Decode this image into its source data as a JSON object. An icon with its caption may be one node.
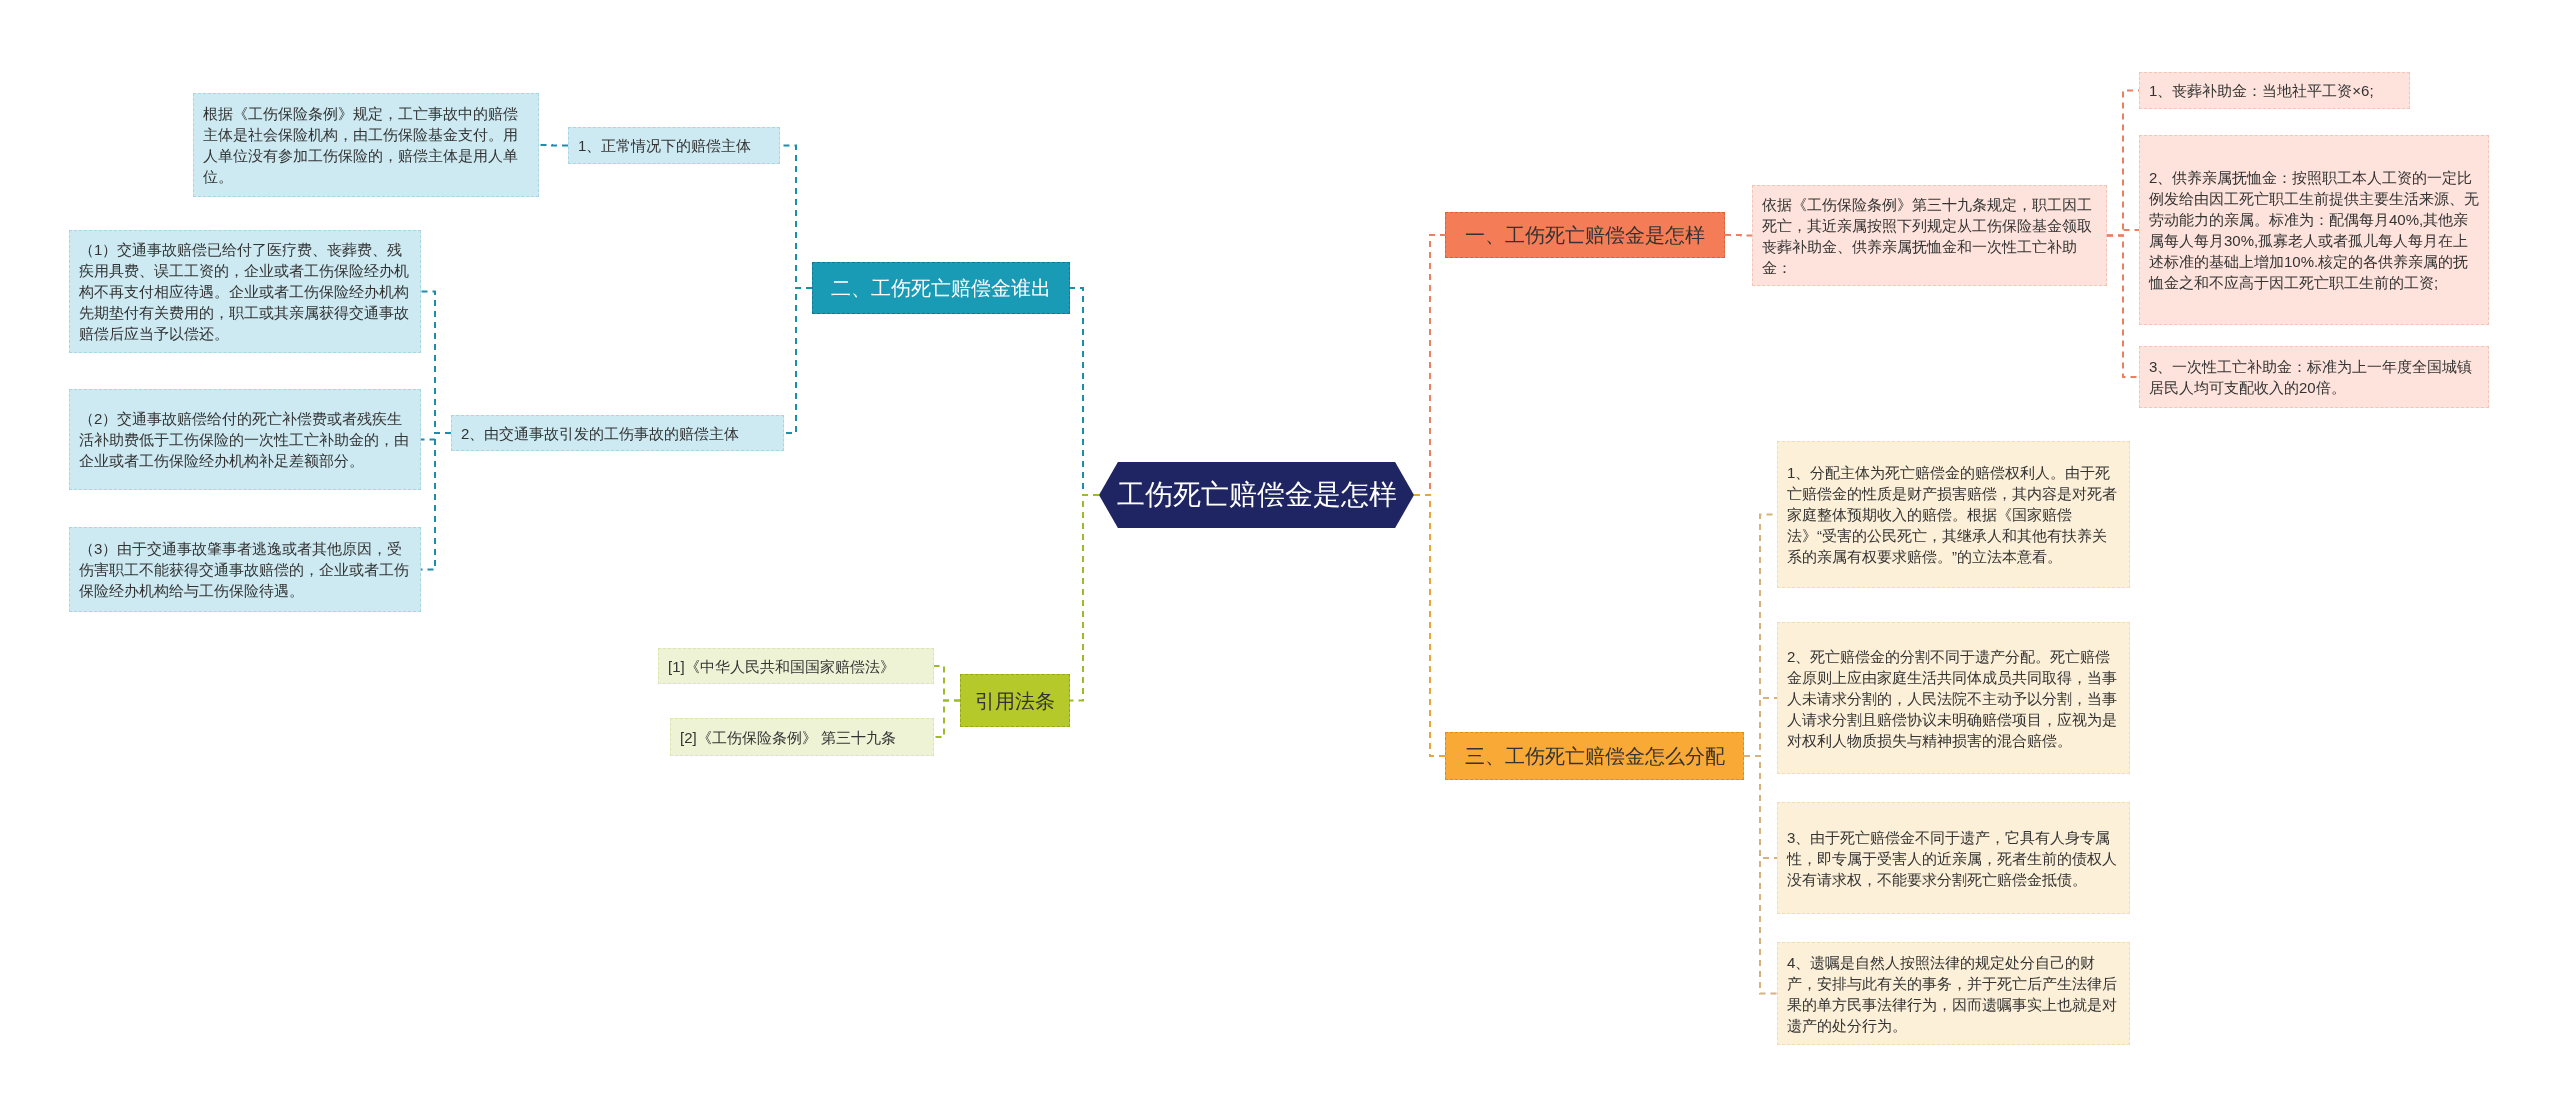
{
  "diagram": {
    "nodes": [
      {
        "text": [
          "工伤死亡赔偿金是怎样"
        ]
      },
      {
        "text": [
          "二、工伤死亡赔偿金谁出"
        ]
      },
      {
        "text": [
          "1、正常情况下的赔偿主体"
        ]
      },
      {
        "text": [
          "根据《工伤保险条例》规定，工亡事故中的赔偿主体是社会保险机构，由工伤保险基金支付。用人单位没有参加工伤保险的，赔偿主体是用人单位。"
        ]
      },
      {
        "text": [
          "2、由交通事故引发的工伤事故的赔偿主体"
        ]
      },
      {
        "text": [
          "（1）交通事故赔偿已给付了医疗费、丧葬费、残疾用具费、误工工资的，企业或者工伤保险经办机构不再支付相应待遇。企业或者工伤保险经办机构先期垫付有关费用的，职工或其亲属获得交通事故赔偿后应当予以偿还。"
        ]
      },
      {
        "text": [
          "（2）交通事故赔偿给付的死亡补偿费或者残疾生活补助费低于工伤保险的一次性工亡补助金的，由企业或者工伤保险经办机构补足差额部分。"
        ]
      },
      {
        "text": [
          "（3）由于交通事故肇事者逃逸或者其他原因，受伤害职工不能获得交通事故赔偿的，企业或者工伤保险经办机构给与工伤保险待遇。"
        ]
      },
      {
        "text": [
          "引用法条"
        ]
      },
      {
        "text": [
          "[1]《中华人民共和国国家赔偿法》"
        ]
      },
      {
        "text": [
          "[2]《工伤保险条例》 第三十九条"
        ]
      },
      {
        "text": [
          "一、工伤死亡赔偿金是怎样"
        ]
      },
      {
        "text": [
          "依据《工伤保险条例》第三十九条规定，职工因工死亡，其近亲属按照下列规定从工伤保险基金领取丧葬补助金、供养亲属抚恤金和一次性工亡补助金："
        ]
      },
      {
        "text": [
          "1、丧葬补助金：当地社平工资×6;"
        ]
      },
      {
        "text": [
          "2、供养亲属抚恤金：按照职工本人工资的一定比例发给由因工死亡职工生前提供主要生活来源、无劳动能力的亲属。标准为：配偶每月40%,其他亲属每人每月30%,孤寡老人或者孤儿每人每月在上述标准的基础上增加10%.核定的各供养亲属的抚恤金之和不应高于因工死亡职工生前的工资;"
        ]
      },
      {
        "text": [
          "3、一次性工亡补助金：标准为上一年度全国城镇居民人均可支配收入的20倍。"
        ]
      },
      {
        "text": [
          "三、工伤死亡赔偿金怎么分配"
        ]
      },
      {
        "text": [
          "1、分配主体为死亡赔偿金的赔偿权利人。由于死亡赔偿金的性质是财产损害赔偿，其内容是对死者家庭整体预期收入的赔偿。根据《国家赔偿法》“受害的公民死亡，其继承人和其他有扶养关系的亲属有权要求赔偿。”的立法本意看。"
        ]
      },
      {
        "text": [
          "2、死亡赔偿金的分割不同于遗产分配。死亡赔偿金原则上应由家庭生活共同体成员共同取得，当事人未请求分割的，人民法院不主动予以分割，当事人请求分割且赔偿协议未明确赔偿项目，应视为是对权利人物质损失与精神损害的混合赔偿。"
        ]
      },
      {
        "text": [
          "3、由于死亡赔偿金不同于遗产，它具有人身专属性，即专属于受害人的近亲属，死者生前的债权人没有请求权，不能要求分割死亡赔偿金抵债。"
        ]
      },
      {
        "text": [
          "4、遗嘱是自然人按照法律的规定处分自己的财产，安排与此有关的事务，并于死亡后产生法律后果的单方民事法律行为，因而遗嘱事实上也就是对遗产的处分行为。"
        ]
      }
    ],
    "edges": [
      {
        "from": 0,
        "to": 1,
        "arrow": "none",
        "style": "dashed",
        "color": "#1a8fa8"
      },
      {
        "from": 1,
        "to": 2,
        "arrow": "none",
        "style": "dashed",
        "color": "#1a8fa8"
      },
      {
        "from": 2,
        "to": 3,
        "arrow": "none",
        "style": "dashed",
        "color": "#1a8fa8"
      },
      {
        "from": 1,
        "to": 4,
        "arrow": "none",
        "style": "dashed",
        "color": "#1a8fa8"
      },
      {
        "from": 4,
        "to": 5,
        "arrow": "none",
        "style": "dashed",
        "color": "#1a8fa8"
      },
      {
        "from": 4,
        "to": 6,
        "arrow": "none",
        "style": "dashed",
        "color": "#1a8fa8"
      },
      {
        "from": 4,
        "to": 7,
        "arrow": "none",
        "style": "dashed",
        "color": "#1a8fa8"
      },
      {
        "from": 0,
        "to": 8,
        "arrow": "none",
        "style": "dashed",
        "color": "#9bbb2a"
      },
      {
        "from": 8,
        "to": 9,
        "arrow": "none",
        "style": "dashed",
        "color": "#9bbb2a"
      },
      {
        "from": 8,
        "to": 10,
        "arrow": "none",
        "style": "dashed",
        "color": "#9bbb2a"
      },
      {
        "from": 0,
        "to": 11,
        "arrow": "none",
        "style": "dashed",
        "color": "#e9805e"
      },
      {
        "from": 11,
        "to": 12,
        "arrow": "none",
        "style": "dashed",
        "color": "#e9805e"
      },
      {
        "from": 12,
        "to": 13,
        "arrow": "none",
        "style": "dashed",
        "color": "#e9805e"
      },
      {
        "from": 12,
        "to": 14,
        "arrow": "none",
        "style": "dashed",
        "color": "#e9805e"
      },
      {
        "from": 12,
        "to": 15,
        "arrow": "none",
        "style": "dashed",
        "color": "#e9805e"
      },
      {
        "from": 0,
        "to": 16,
        "arrow": "none",
        "style": "dashed",
        "color": "#e9a43a"
      },
      {
        "from": 16,
        "to": 17,
        "arrow": "none",
        "style": "dashed",
        "color": "#d8b27a"
      },
      {
        "from": 16,
        "to": 18,
        "arrow": "none",
        "style": "dashed",
        "color": "#d8b27a"
      },
      {
        "from": 16,
        "to": 19,
        "arrow": "none",
        "style": "dashed",
        "color": "#d8b27a"
      },
      {
        "from": 16,
        "to": 20,
        "arrow": "none",
        "style": "dashed",
        "color": "#d8b27a"
      }
    ]
  }
}
